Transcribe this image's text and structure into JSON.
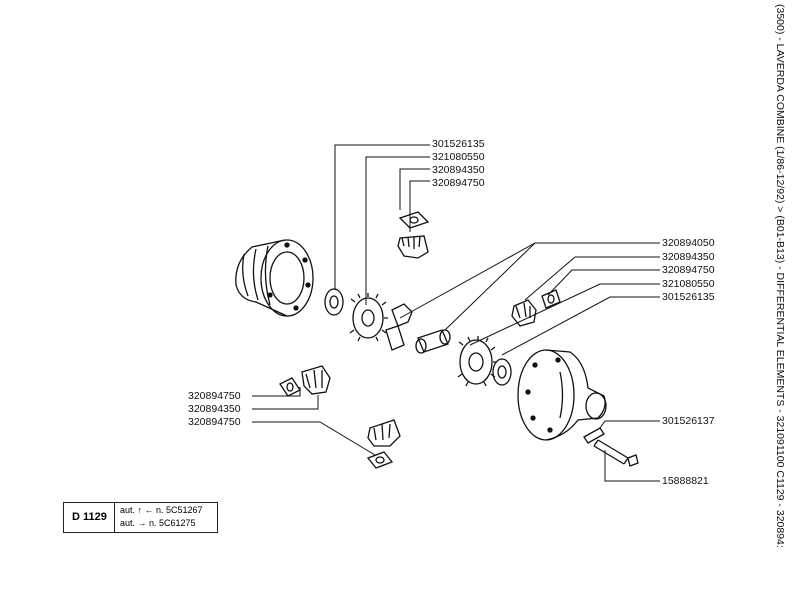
{
  "title": "(3500) - LAVERDA COMBINE (1/86-12/92) > (B01-B13) - DIFFERENTIAL ELEMENTS - 321091100 C1129 - 320894:",
  "parts": {
    "p1": "301526135",
    "p2": "321080550",
    "p3": "320894350",
    "p4": "320894750",
    "p5": "320894050",
    "p6": "320894350",
    "p7": "320894750",
    "p8": "321080550",
    "p9": "301526135",
    "p10": "301526137",
    "p11": "15888821",
    "p12": "320894750",
    "p13": "320894350",
    "p14": "320894750"
  },
  "reference": {
    "code": "D 1129",
    "note1": "aut. ↑ ← n. 5C51267",
    "note2": "aut. → n. 5C61275"
  }
}
